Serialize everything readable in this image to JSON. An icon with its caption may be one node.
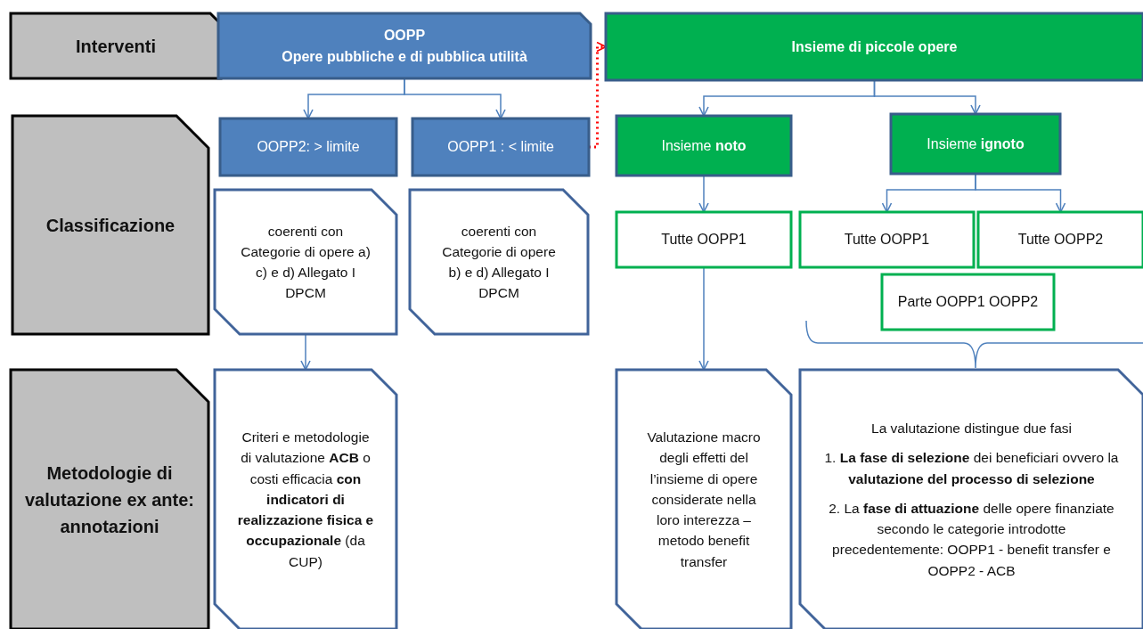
{
  "diagram": {
    "nodes": [
      {
        "text": [
          "Interventi"
        ]
      },
      {
        "text": [
          "Classificazione"
        ]
      },
      {
        "text": [
          "Metodologie di valutazione ex ante: annotazioni"
        ]
      },
      {
        "text": [
          "OOPP",
          "Opere pubbliche e di pubblica utilità"
        ]
      },
      {
        "text": [
          "Insieme di piccole opere"
        ]
      },
      {
        "text": [
          "OOPP2: > limite"
        ]
      },
      {
        "text": [
          "OOPP1 : < limite"
        ]
      },
      {
        "text": [
          "Insieme **noto**"
        ]
      },
      {
        "text": [
          "Insieme **ignoto**"
        ]
      },
      {
        "text": [
          "coerenti con Categorie di opere a) c) e d) Allegato I DPCM"
        ]
      },
      {
        "text": [
          "coerenti con Categorie di opere b) e d) Allegato I DPCM"
        ]
      },
      {
        "text": [
          "Tutte OOPP1"
        ]
      },
      {
        "text": [
          "Tutte OOPP1"
        ]
      },
      {
        "text": [
          "Tutte OOPP2"
        ]
      },
      {
        "text": [
          "Parte OOPP1 OOPP2"
        ]
      },
      {
        "text": [
          "Criteri e metodologie di valutazione **ACB** o costi efficacia **con indicatori di realizzazione fisica e occupazionale** (da CUP)"
        ]
      },
      {
        "text": [
          "Valutazione macro degli effetti del l’insieme di opere considerate nella loro interezza – metodo benefit transfer"
        ]
      },
      {
        "text": [
          "La valutazione distingue due fasi",
          "1. **La fase di selezione** dei beneficiari ovvero la **valutazione del processo di selezione**",
          "2. La **fase di attuazione** delle opere finanziate secondo le categorie introdotte precedentemente: OOPP1 - benefit transfer e OOPP2 - ACB"
        ]
      }
    ],
    "edges": [
      {
        "from": 3,
        "to": 5,
        "arrow": "to"
      },
      {
        "from": 3,
        "to": 6,
        "arrow": "to"
      },
      {
        "from": 6,
        "to": 4,
        "arrow": "to",
        "style": "dashed",
        "color": "#ff0000"
      },
      {
        "from": 4,
        "to": 7,
        "arrow": "to"
      },
      {
        "from": 4,
        "to": 8,
        "arrow": "to"
      },
      {
        "from": 8,
        "to": 12,
        "arrow": "to"
      },
      {
        "from": 8,
        "to": 13,
        "arrow": "to"
      },
      {
        "from": 7,
        "to": 11,
        "arrow": "to"
      },
      {
        "from": 9,
        "to": 15,
        "arrow": "to"
      },
      {
        "from": 11,
        "to": 16,
        "arrow": "to"
      }
    ]
  }
}
